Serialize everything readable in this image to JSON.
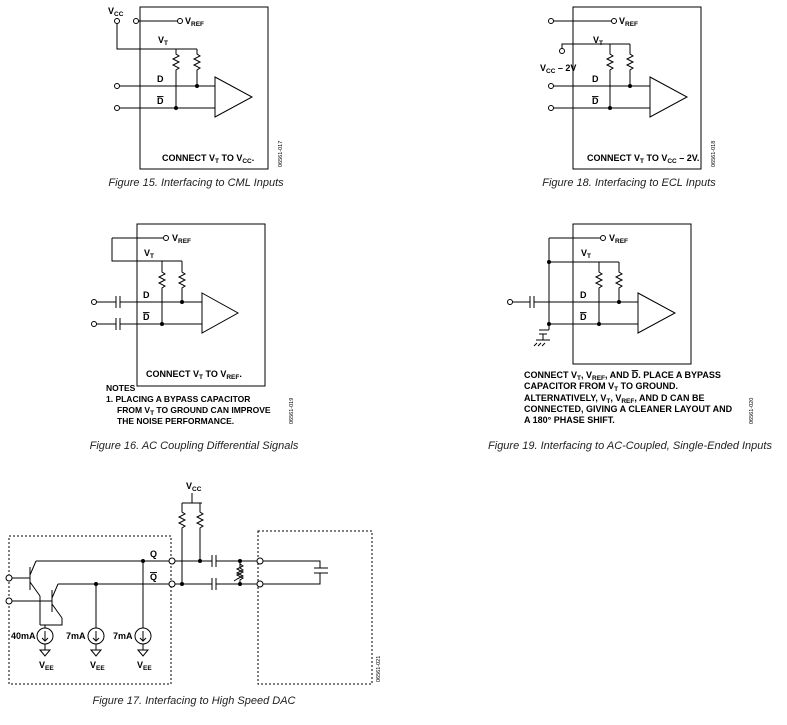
{
  "fig15": {
    "caption": "Figure 15. Interfacing to CML Inputs",
    "vcc_main": "V",
    "vcc_sub": "CC",
    "vref_main": "V",
    "vref_sub": "REF",
    "vt_main": "V",
    "vt_sub": "T",
    "d_label": "D",
    "dbar_label": "D",
    "connect_prefix": "CONNECT V",
    "connect_t": "T",
    "connect_mid": " TO V",
    "connect_cc": "CC",
    "connect_end": ".",
    "code": "06561-017"
  },
  "fig18": {
    "caption": "Figure 18. Interfacing to ECL Inputs",
    "vref_main": "V",
    "vref_sub": "REF",
    "vt_main": "V",
    "vt_sub": "T",
    "vcc_main": "V",
    "vcc_sub": "CC",
    "vcc_suffix": " – 2V",
    "d_label": "D",
    "dbar_label": "D",
    "connect_prefix": "CONNECT V",
    "connect_t": "T",
    "connect_mid": " TO V",
    "connect_cc": "CC",
    "connect_end": " – 2V.",
    "code": "06561-018"
  },
  "fig16": {
    "caption": "Figure 16. AC Coupling Differential Signals",
    "vref_main": "V",
    "vref_sub": "REF",
    "vt_main": "V",
    "vt_sub": "T",
    "d_label": "D",
    "dbar_label": "D",
    "connect_prefix": "CONNECT V",
    "connect_t": "T",
    "connect_mid": " TO V",
    "connect_ref": "REF",
    "connect_end": ".",
    "notes_title": "NOTES",
    "note1_a": "1. PLACING A BYPASS CAPACITOR",
    "note1_b_pre": "FROM V",
    "note1_b_sub": "T",
    "note1_b_post": " TO GROUND CAN IMPROVE",
    "note1_c": "THE NOISE PERFORMANCE.",
    "code": "06561-019"
  },
  "fig19": {
    "caption": "Figure 19. Interfacing to AC-Coupled, Single-Ended Inputs",
    "vref_main": "V",
    "vref_sub": "REF",
    "vt_main": "V",
    "vt_sub": "T",
    "d_label": "D",
    "dbar_label": "D",
    "line1_pre": "CONNECT V",
    "line1_t": "T",
    "line1_mid": ", V",
    "line1_ref": "REF",
    "line1_and": ", AND ",
    "line1_d": "D",
    "line1_post": ". PLACE A BYPASS",
    "line2_pre": "CAPACITOR FROM V",
    "line2_t": "T",
    "line2_post": " TO GROUND.",
    "line3_pre": "ALTERNATIVELY, V",
    "line3_t": "T",
    "line3_mid": ", V",
    "line3_ref": "REF",
    "line3_post": ", AND D CAN BE",
    "line4": "CONNECTED, GIVING A CLEANER LAYOUT AND",
    "line5": "A 180° PHASE SHIFT.",
    "code": "06561-020"
  },
  "fig17": {
    "caption": "Figure 17. Interfacing to High Speed DAC",
    "vcc_main": "V",
    "vcc_sub": "CC",
    "q_label": "Q",
    "qbar_label": "Q",
    "src1": "40mA",
    "src2": "7mA",
    "src3": "7mA",
    "vee_main": "V",
    "vee_sub": "EE",
    "code": "06561-021"
  }
}
